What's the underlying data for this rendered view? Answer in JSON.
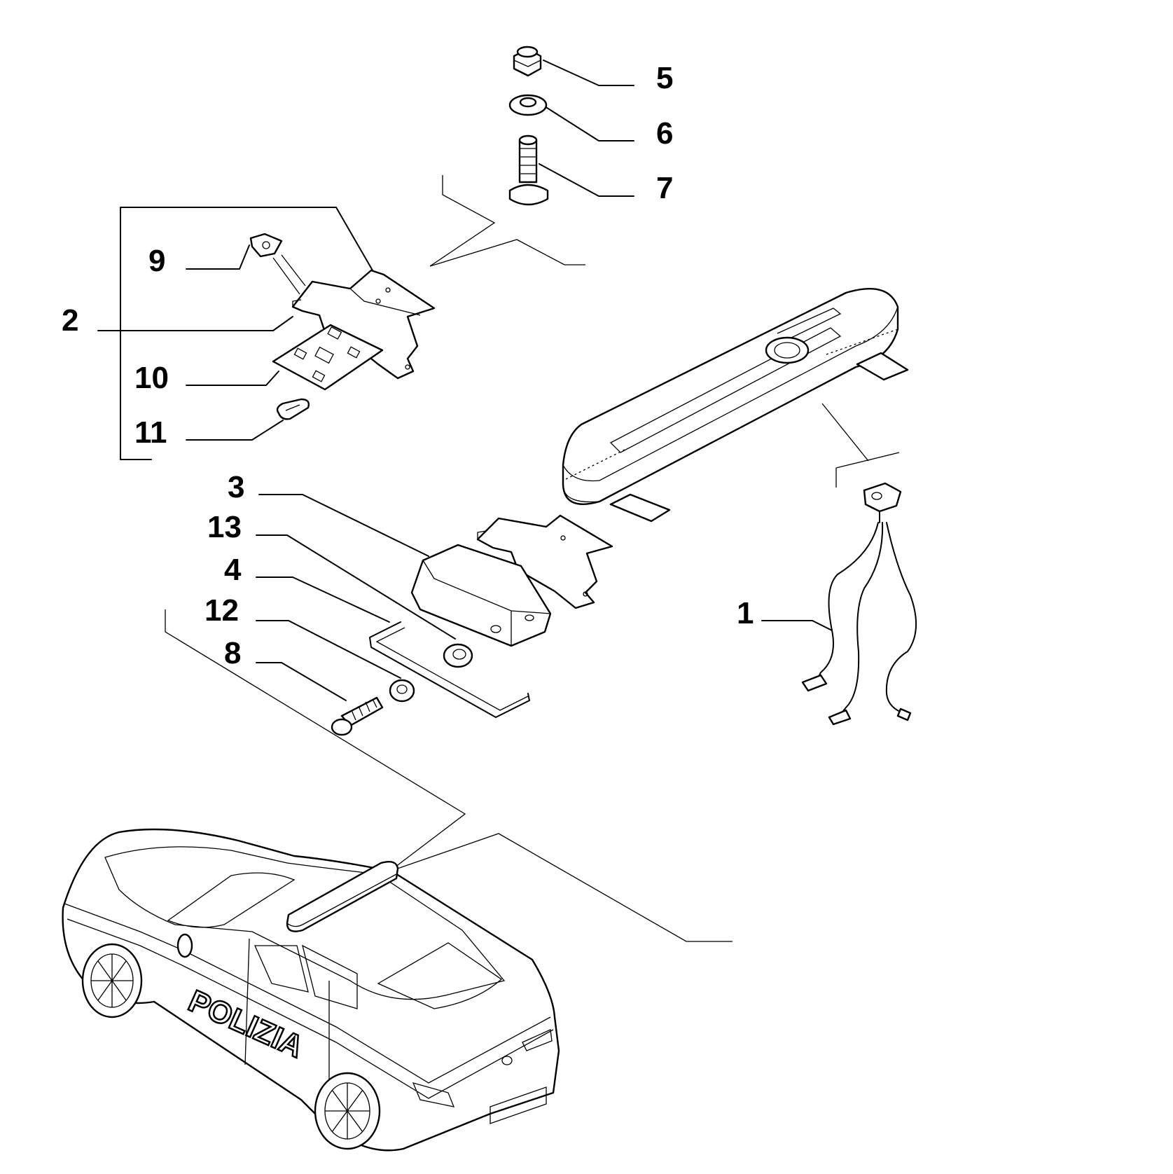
{
  "callouts": [
    {
      "id": "c5",
      "label": "5"
    },
    {
      "id": "c6",
      "label": "6"
    },
    {
      "id": "c7",
      "label": "7"
    },
    {
      "id": "c9",
      "label": "9"
    },
    {
      "id": "c2",
      "label": "2"
    },
    {
      "id": "c10",
      "label": "10"
    },
    {
      "id": "c11",
      "label": "11"
    },
    {
      "id": "c3",
      "label": "3"
    },
    {
      "id": "c13",
      "label": "13"
    },
    {
      "id": "c4",
      "label": "4"
    },
    {
      "id": "c12",
      "label": "12"
    },
    {
      "id": "c8",
      "label": "8"
    },
    {
      "id": "c1",
      "label": "1"
    }
  ],
  "car": {
    "livery_text": "POLIZIA"
  }
}
